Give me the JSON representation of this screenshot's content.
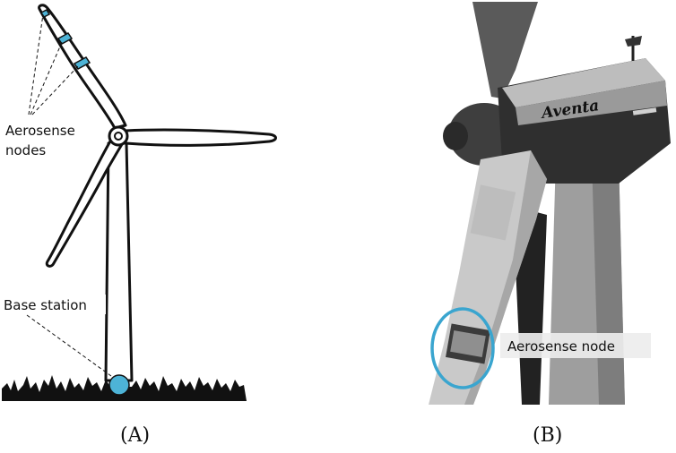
{
  "panel_a": {
    "nodes_label_line1": "Aerosense",
    "nodes_label_line2": "nodes",
    "base_station_label": "Base station",
    "caption": "(A)",
    "accent_color": "#4db3d6"
  },
  "panel_b": {
    "brand_text": "Aventa",
    "node_label": "Aerosense node",
    "caption": "(B)",
    "highlight_color": "#3aa5cf"
  }
}
